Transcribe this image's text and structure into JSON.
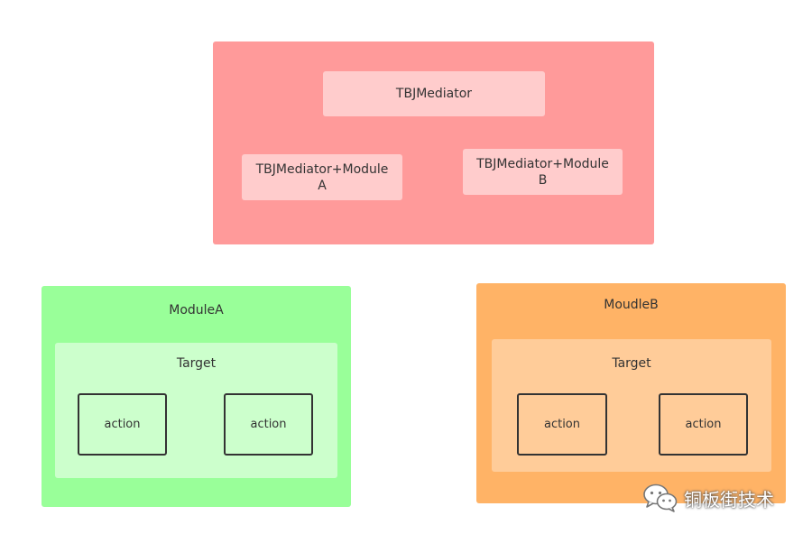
{
  "mediator": {
    "core_label": "TBJMediator",
    "module_a_label_line1": "TBJMediator+Module",
    "module_a_label_line2": "A",
    "module_b_label_line1": "TBJMediator+Module",
    "module_b_label_line2": "B"
  },
  "module_a": {
    "title": "ModuleA",
    "target_label": "Target",
    "actions": [
      "action",
      "action"
    ]
  },
  "module_b": {
    "title": "MoudleB",
    "target_label": "Target",
    "actions": [
      "action",
      "action"
    ]
  },
  "watermark": {
    "icon": "wechat-icon",
    "text": "铜板街技术"
  },
  "colors": {
    "mediator_bg": "#ff9a9a",
    "mediator_inner_bg": "#ffcccc",
    "module_a_bg": "#99ff99",
    "target_a_bg": "#ccffcc",
    "module_b_bg": "#ffb366",
    "target_b_bg": "#ffcc99",
    "action_border": "#333333"
  }
}
